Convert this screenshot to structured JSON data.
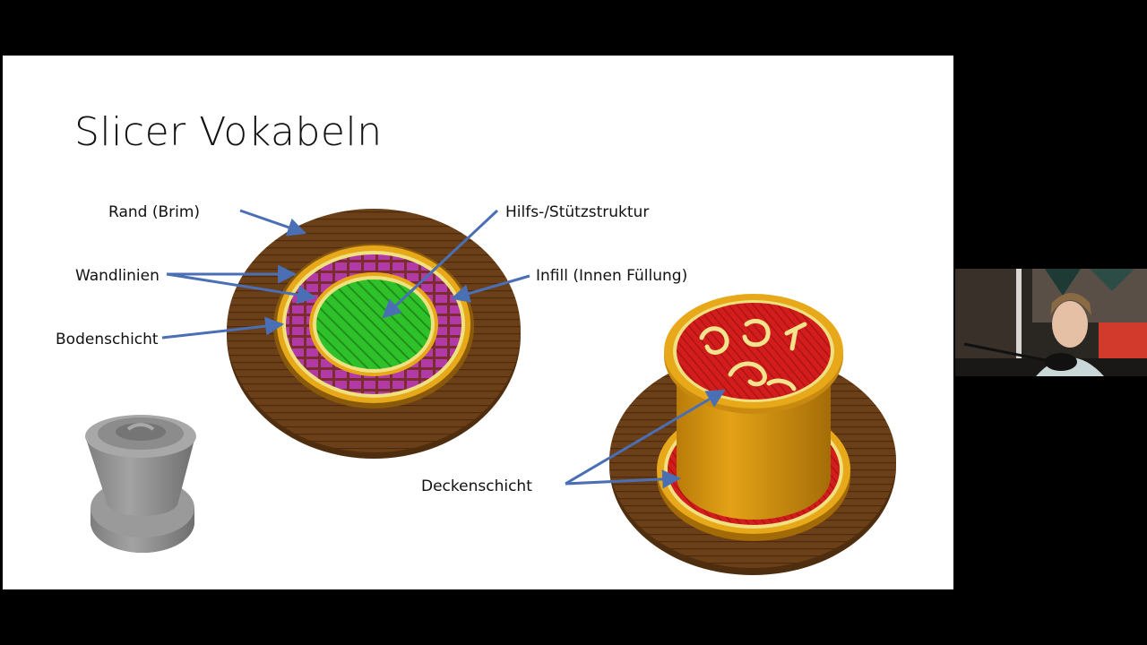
{
  "slide": {
    "title": "Slicer Vokabeln",
    "labels": {
      "rand": "Rand (Brim)",
      "hilfs": "Hilfs-/Stützstruktur",
      "wandlinien": "Wandlinien",
      "infill": "Infill (Innen Füllung)",
      "bodenschicht": "Bodenschicht",
      "deckenschicht": "Deckenschicht"
    }
  },
  "colors": {
    "background": "#000000",
    "slide": "#ffffff",
    "arrow": "#4a6fb5",
    "brim": "#6b3f17",
    "wall": "#d9970e",
    "infill": "#9b2f8e",
    "support": "#2fc12a",
    "top_skin": "#d31d1d",
    "model_gray": "#8e8e8e"
  }
}
